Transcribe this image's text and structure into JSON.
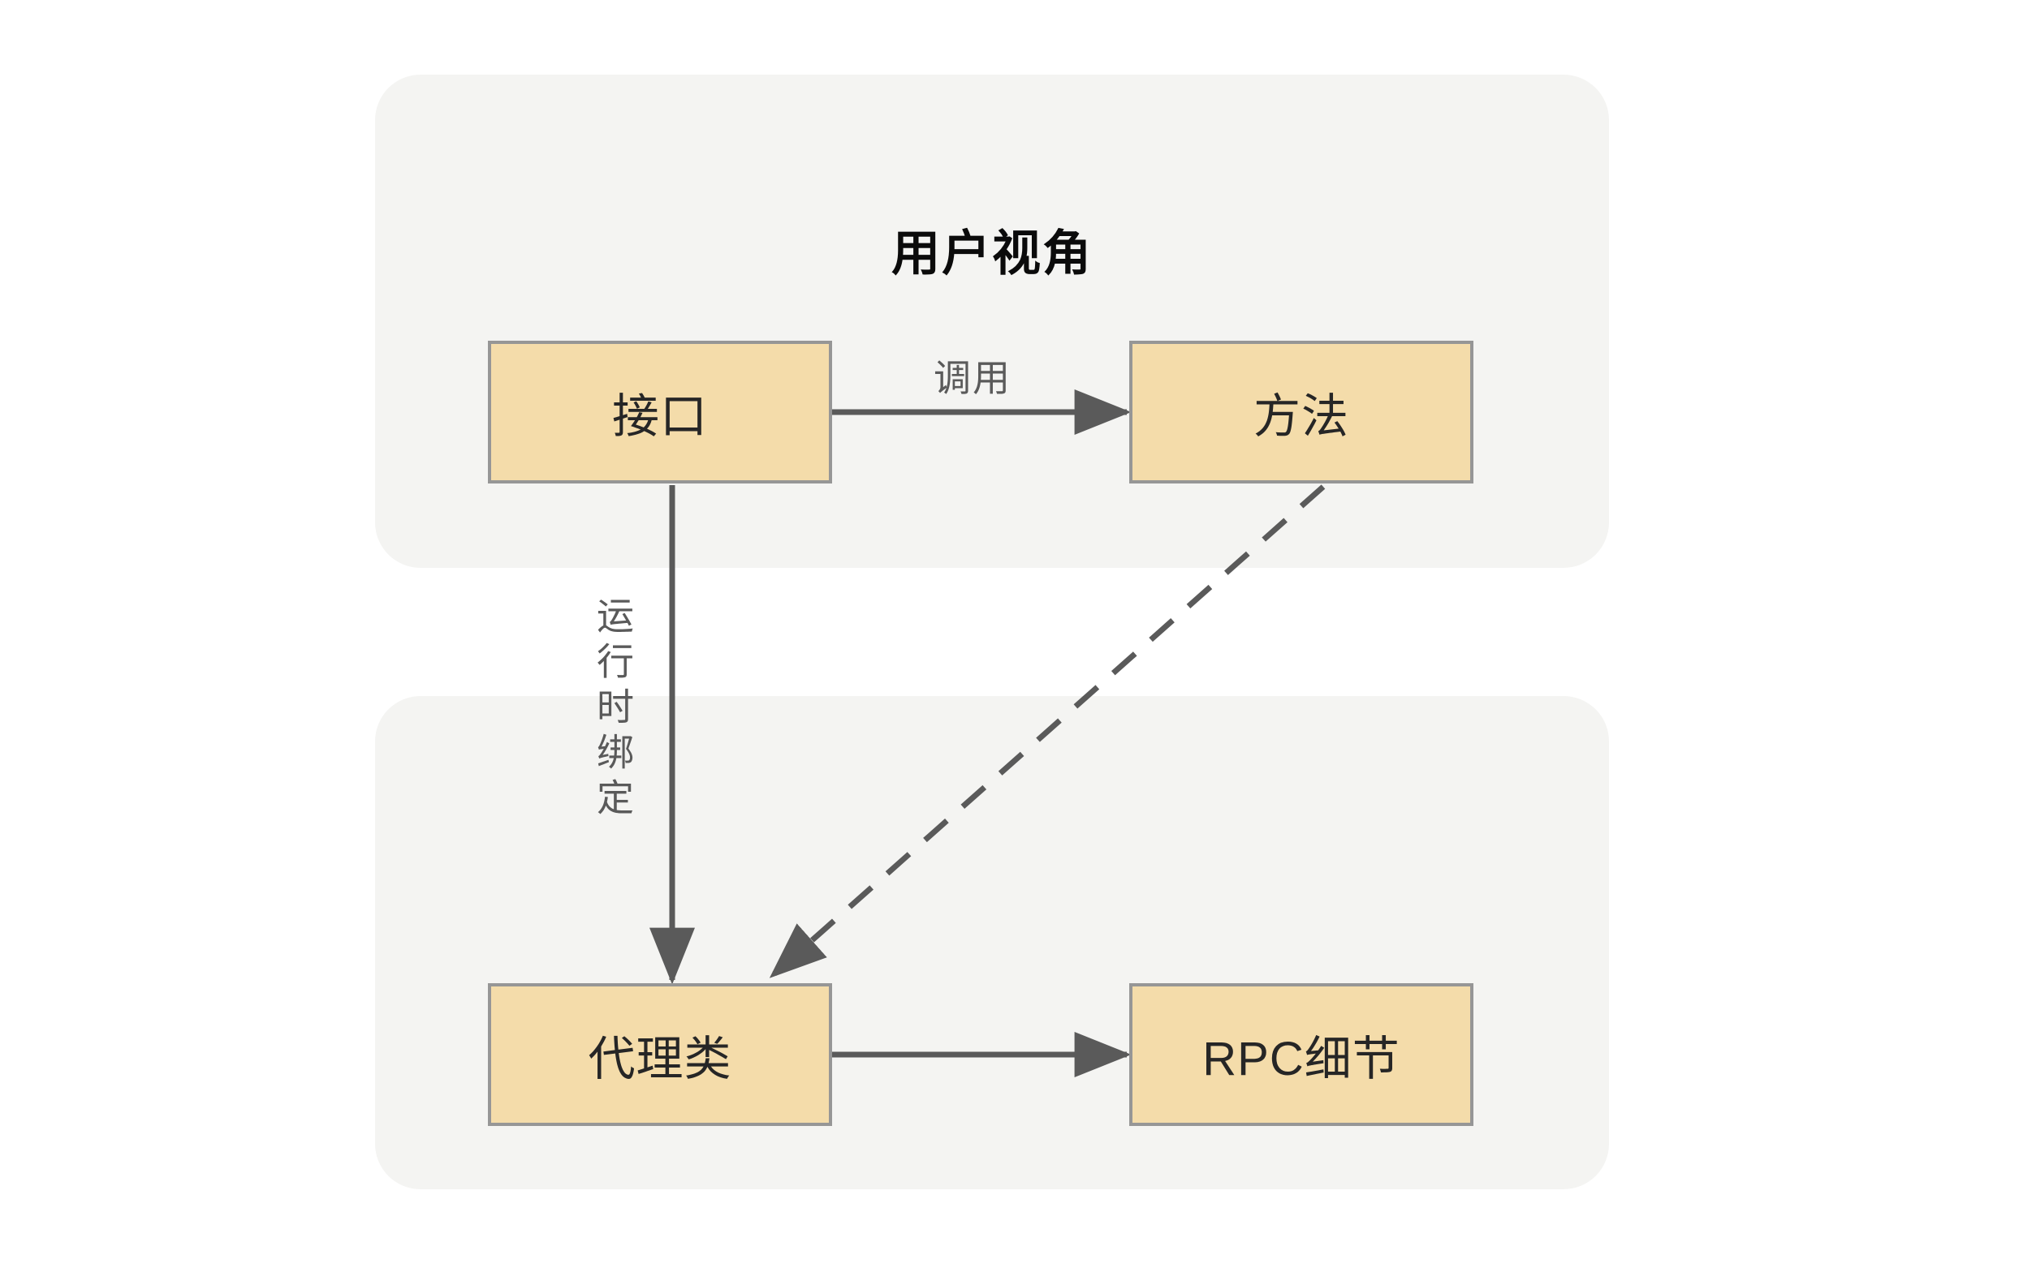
{
  "diagram": {
    "type": "flowchart",
    "background": "#ffffff",
    "panel_fill": "#f4f4f2",
    "node_fill": "#f4dcaa",
    "node_border": "#969696",
    "edge_color": "#5a5a5a",
    "title_color": "#0b0b0b",
    "groups": [
      {
        "id": "user-perspective",
        "title": "用户视角",
        "nodes": [
          "接口",
          "方法"
        ]
      },
      {
        "id": "implementation",
        "title": "",
        "nodes": [
          "代理类",
          "RPC细节"
        ]
      }
    ],
    "nodes": [
      {
        "id": "interface",
        "label": "接口"
      },
      {
        "id": "method",
        "label": "方法"
      },
      {
        "id": "proxy",
        "label": "代理类"
      },
      {
        "id": "rpc",
        "label": "RPC细节"
      }
    ],
    "edges": [
      {
        "from": "接口",
        "to": "方法",
        "label": "调用",
        "style": "solid",
        "direction": "right"
      },
      {
        "from": "接口",
        "to": "代理类",
        "label": "运行时绑定",
        "style": "solid",
        "direction": "down"
      },
      {
        "from": "方法",
        "to": "代理类",
        "label": "",
        "style": "dashed",
        "direction": "down-left"
      },
      {
        "from": "代理类",
        "to": "RPC细节",
        "label": "",
        "style": "solid",
        "direction": "right"
      }
    ]
  },
  "labels": {
    "panel_user_title": "用户视角",
    "node_interface": "接口",
    "node_method": "方法",
    "node_proxy": "代理类",
    "node_rpc": "RPC细节",
    "edge_call": "调用",
    "edge_runtime_binding": "运行时绑定"
  }
}
